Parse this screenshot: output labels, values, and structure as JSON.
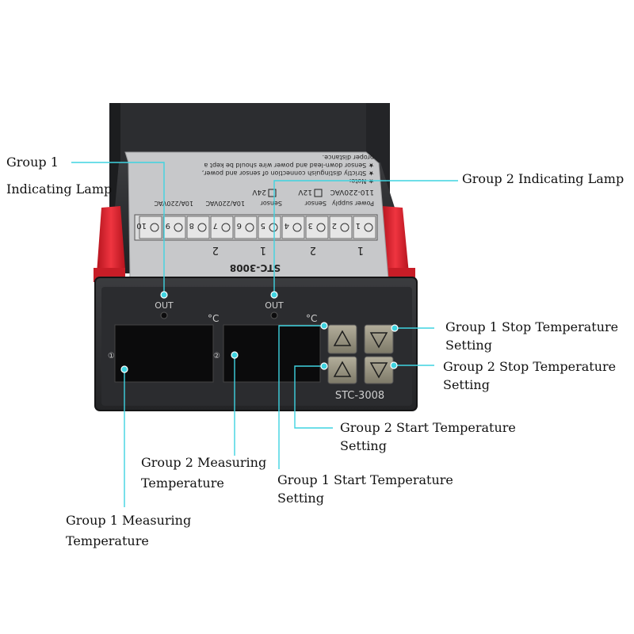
{
  "product": {
    "model_face": "STC-3008",
    "model_sticker": "STC-3008",
    "out_label": "OUT",
    "unit": "°C",
    "display_1_marker": "①",
    "display_2_marker": "②",
    "sticker_notes": [
      "★ Note:",
      "★ Strictly distinguish connection of sensor and power,",
      "★ Sensor down-lead and power wire should be kept a",
      "proper distance."
    ],
    "sticker_voltage": "110-220VAC",
    "sticker_24v": "24V",
    "sticker_12v": "12V",
    "sticker_power": "Power supply",
    "sticker_sensor_1": "Sensor",
    "sticker_sensor_2": "Sensor",
    "sticker_relay_1": "10A/220VAC",
    "sticker_relay_2": "10A/220VAC",
    "terminal_numbers": [
      "1",
      "2",
      "3",
      "4",
      "5",
      "6",
      "7",
      "8",
      "9",
      "10"
    ],
    "terminal_groups": [
      "1",
      "2",
      "1",
      "2"
    ]
  },
  "callouts": {
    "group1_lamp_line1": "Group 1",
    "group1_lamp_line2": "Indicating Lamp",
    "group2_lamp": "Group 2 Indicating Lamp",
    "g1_stop_line1": "Group 1 Stop Temperature",
    "g1_stop_line2": "Setting",
    "g2_stop_line1": "Group 2 Stop Temperature",
    "g2_stop_line2": "Setting",
    "g2_start_line1": "Group 2 Start Temperature",
    "g2_start_line2": "Setting",
    "g1_start_line1": "Group 1 Start Temperature",
    "g1_start_line2": "Setting",
    "g2_measure_line1": "Group 2 Measuring",
    "g2_measure_line2": "Temperature",
    "g1_measure_line1": "Group 1 Measuring",
    "g1_measure_line2": "Temperature"
  },
  "colors": {
    "leader": "#3fd3e0",
    "housing": "#2a2b2d",
    "clip": "#e0242f",
    "display": "#0b0b0c",
    "button": "#9a9684"
  }
}
